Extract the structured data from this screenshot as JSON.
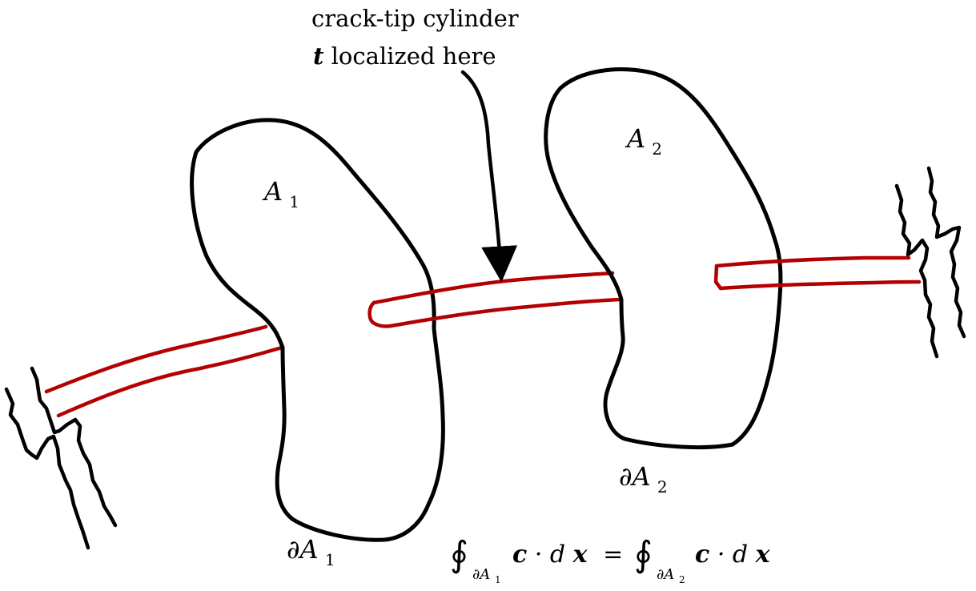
{
  "annotation": {
    "line1": "crack-tip cylinder",
    "line2_symbol": "t",
    "line2_text": " localized here"
  },
  "regions": {
    "a1_label": "A",
    "a1_sub": "1",
    "a2_label": "A",
    "a2_sub": "2",
    "boundary1_symbol": "∂A",
    "boundary1_sub": "1",
    "boundary2_symbol": "∂A",
    "boundary2_sub": "2"
  },
  "equation": {
    "integral": "∮",
    "subscript_prefix": "∂A",
    "sub1": "1",
    "sub2": "2",
    "c": "c",
    "dot": " · d",
    "x": "x",
    "equals": "="
  },
  "colors": {
    "outline": "#000000",
    "crack": "#b40000",
    "background": "#ffffff"
  }
}
